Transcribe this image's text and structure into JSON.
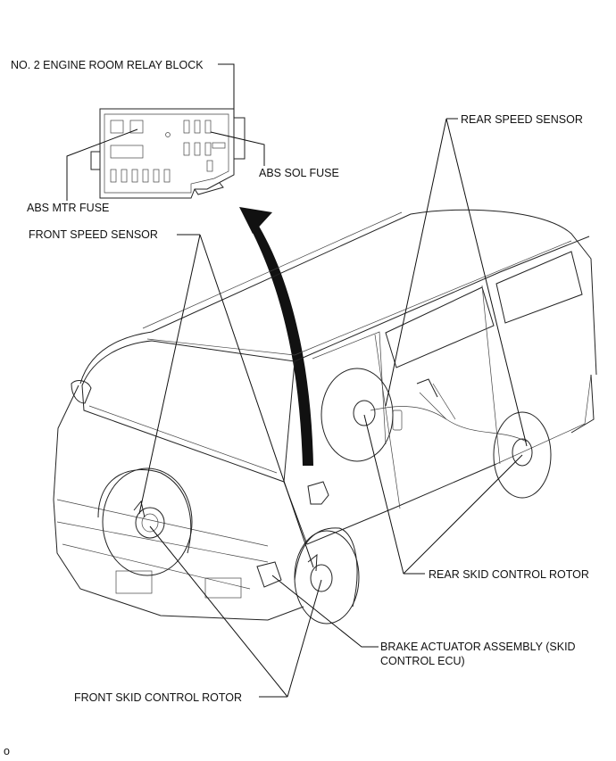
{
  "labels": {
    "relay_block": "NO. 2 ENGINE ROOM RELAY BLOCK",
    "rear_speed_sensor": "REAR SPEED SENSOR",
    "abs_sol_fuse": "ABS SOL FUSE",
    "abs_mtr_fuse": "ABS MTR FUSE",
    "front_speed_sensor": "FRONT SPEED SENSOR",
    "rear_skid_control_rotor": "REAR SKID CONTROL ROTOR",
    "brake_actuator_line1": "BRAKE ACTUATOR ASSEMBLY (SKID",
    "brake_actuator_line2": "CONTROL ECU)",
    "front_skid_control_rotor": "FRONT SKID CONTROL ROTOR",
    "figure_code": "o"
  },
  "colors": {
    "line": "#111111",
    "arrow": "#111111",
    "background": "#ffffff"
  }
}
